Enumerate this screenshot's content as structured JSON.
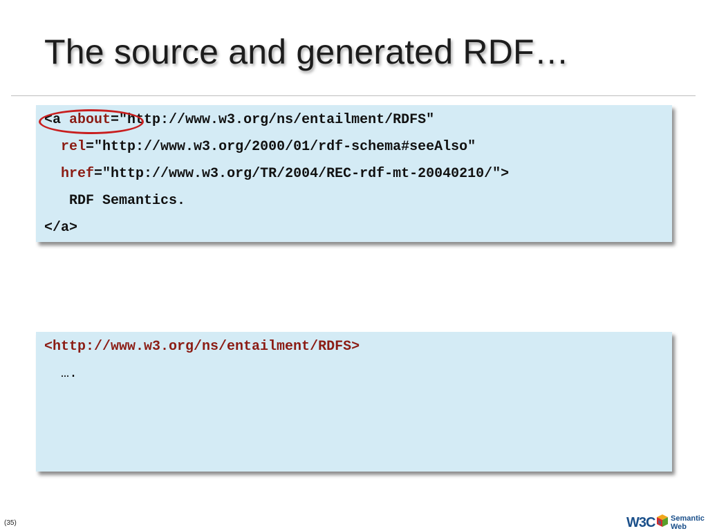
{
  "slide": {
    "title": "The source and generated RDF…",
    "page_number": "(35)"
  },
  "source_box": {
    "line1": {
      "open": "<a ",
      "attr": "about",
      "rest": "=\"http://www.w3.org/ns/entailment/RDFS\""
    },
    "line2": {
      "indent": "  ",
      "attr": "rel",
      "rest": "=\"http://www.w3.org/2000/01/rdf-schema#seeAlso\""
    },
    "line3": {
      "indent": "  ",
      "attr": "href",
      "rest": "=\"http://www.w3.org/TR/2004/REC-rdf-mt-20040210/\">"
    },
    "line4": "   RDF Semantics.",
    "line5": "</a>"
  },
  "generated_box": {
    "line1": "<http://www.w3.org/ns/entailment/RDFS>",
    "line2": "  …."
  },
  "logo": {
    "w3c_text": "W3C",
    "semantic_text": "Semantic",
    "web_text": "Web"
  },
  "colors": {
    "code_box_bg": "#d4ebf5",
    "attribute_red": "#8b1c14",
    "highlight_red": "#c81e1e"
  }
}
